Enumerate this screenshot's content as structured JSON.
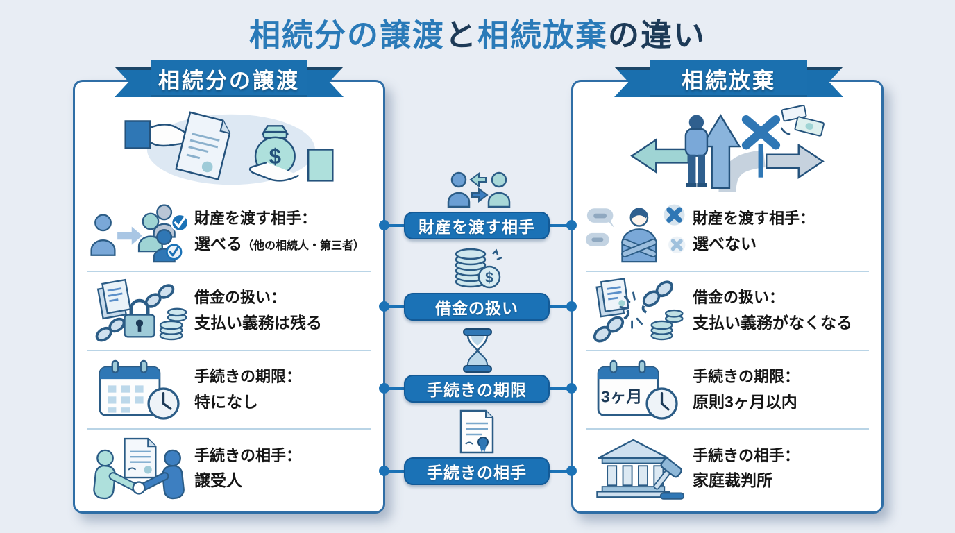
{
  "title": {
    "highlight1": "相続分の譲渡",
    "connector": "と",
    "highlight2": "相続放棄",
    "suffix": "の違い"
  },
  "center": {
    "labels": [
      "財産を渡す相手",
      "借金の扱い",
      "手続きの期限",
      "手続きの相手"
    ]
  },
  "left_panel": {
    "header": "相続分の譲渡",
    "rows": [
      {
        "label": "財産を渡す相手：",
        "value": "選べる",
        "note": "（他の相続人・第三者）",
        "icon": "person-to-group-check-icon"
      },
      {
        "label": "借金の扱い：",
        "value": "支払い義務は残る",
        "icon": "documents-chain-lock-coins-icon"
      },
      {
        "label": "手続きの期限：",
        "value": "特になし",
        "icon": "calendar-clock-icon"
      },
      {
        "label": "手続きの相手：",
        "value": "譲受人",
        "icon": "handshake-document-icon"
      }
    ]
  },
  "right_panel": {
    "header": "相続放棄",
    "calendar_badge": "3ヶ月",
    "rows": [
      {
        "label": "財産を渡す相手：",
        "value": "選べない",
        "icon": "person-refusal-x-icon"
      },
      {
        "label": "借金の扱い：",
        "value": "支払い義務がなくなる",
        "icon": "broken-chain-coins-icon"
      },
      {
        "label": "手続きの期限：",
        "value": "原則3ヶ月以内",
        "icon": "calendar-3months-clock-icon"
      },
      {
        "label": "手続きの相手：",
        "value": "家庭裁判所",
        "icon": "courthouse-gavel-icon"
      }
    ]
  },
  "icons": {
    "dollar_sign": "$"
  },
  "colors": {
    "background": "#e8edf4",
    "primary_blue": "#1b72b6",
    "ribbon_blue": "#1a6fae",
    "dark_navy": "#1d3a57",
    "title_blue": "#2a7ab8",
    "panel_border": "#2f6ea6",
    "divider": "#b9d4e6",
    "teal_accent": "#9fd4d4"
  }
}
